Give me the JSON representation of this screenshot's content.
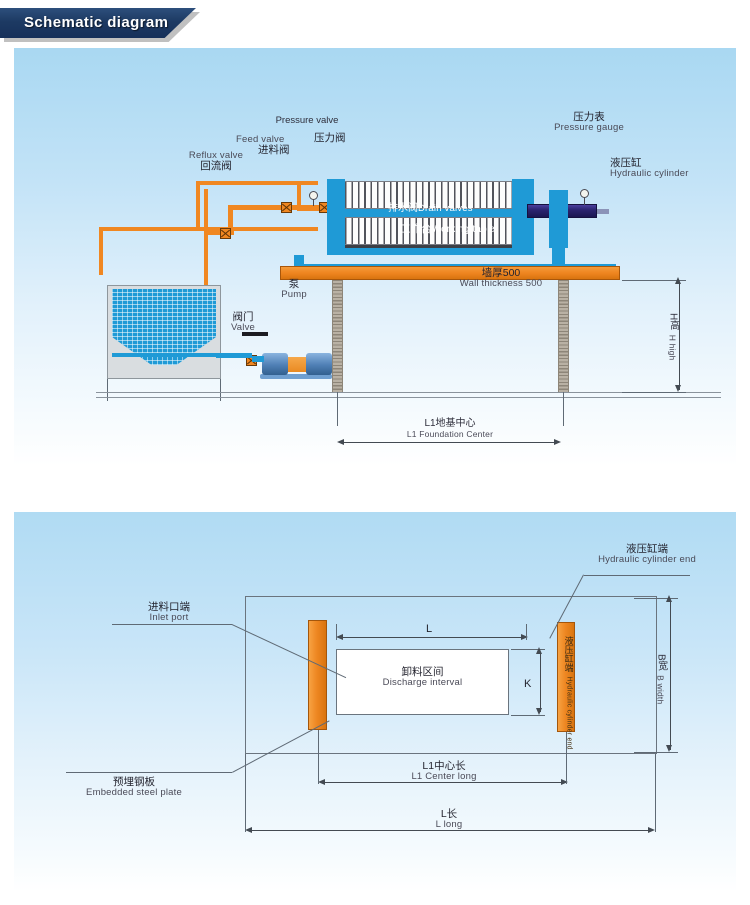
{
  "header": {
    "title": "Schematic diagram"
  },
  "colors": {
    "banner_dark": "#1d3a63",
    "orange": "#ef8520",
    "blue": "#1f9ad6",
    "cylinder_purple": "#2b2470",
    "line": "#5f6a75",
    "panel_bg_top": "#a9d8f2"
  },
  "diagram1": {
    "name": "Filter press elevation schematic",
    "labels": {
      "pressure_valve": {
        "en": "Pressure valve",
        "cn": "压力阀"
      },
      "feed_valve": {
        "en": "Feed valve",
        "cn": "进料阀"
      },
      "reflux_valve": {
        "en": "Reflux valve",
        "cn": "回流阀"
      },
      "pressure_gauge": {
        "en": "Pressure gauge",
        "cn": "压力表"
      },
      "hydraulic_cylinder": {
        "en": "Hydraulic cylinder",
        "cn": "液压缸"
      },
      "drain_valves": {
        "en": "Drain valves",
        "cn": "排水阀"
      },
      "working_table": {
        "en": "Working table",
        "cn": "工作台"
      },
      "pump": {
        "en": "Pump",
        "cn": "泵"
      },
      "valve": {
        "en": "Valve",
        "cn": "阀门"
      },
      "wall_thickness": {
        "en": "Wall thickness 500",
        "cn": "墙厚500"
      },
      "h_high": {
        "en": "H high",
        "cn": "H高"
      },
      "foundation_center": {
        "en": "L1 Foundation Center",
        "cn": "L1地基中心"
      }
    }
  },
  "diagram2": {
    "name": "Foundation plan view",
    "labels": {
      "hydraulic_cylinder_end": {
        "en": "Hydraulic cylinder end",
        "cn": "液压缸端"
      },
      "inlet_port": {
        "en": "Inlet port",
        "cn": "进料口端"
      },
      "embedded_steel_plate": {
        "en": "Embedded steel plate",
        "cn": "预埋钢板"
      },
      "discharge_interval": {
        "en": "Discharge interval",
        "cn": "卸料区间"
      },
      "cylinder_end_bar": {
        "en": "Hydraulic cylinder end",
        "cn": "液压缸端"
      },
      "b_width": {
        "en": "B width",
        "cn": "B宽"
      },
      "l1_center_long": {
        "en": "L1 Center long",
        "cn": "L1中心长"
      },
      "l_long": {
        "en": "L long",
        "cn": "L长"
      },
      "dim_l": "L",
      "dim_k": "K"
    }
  }
}
